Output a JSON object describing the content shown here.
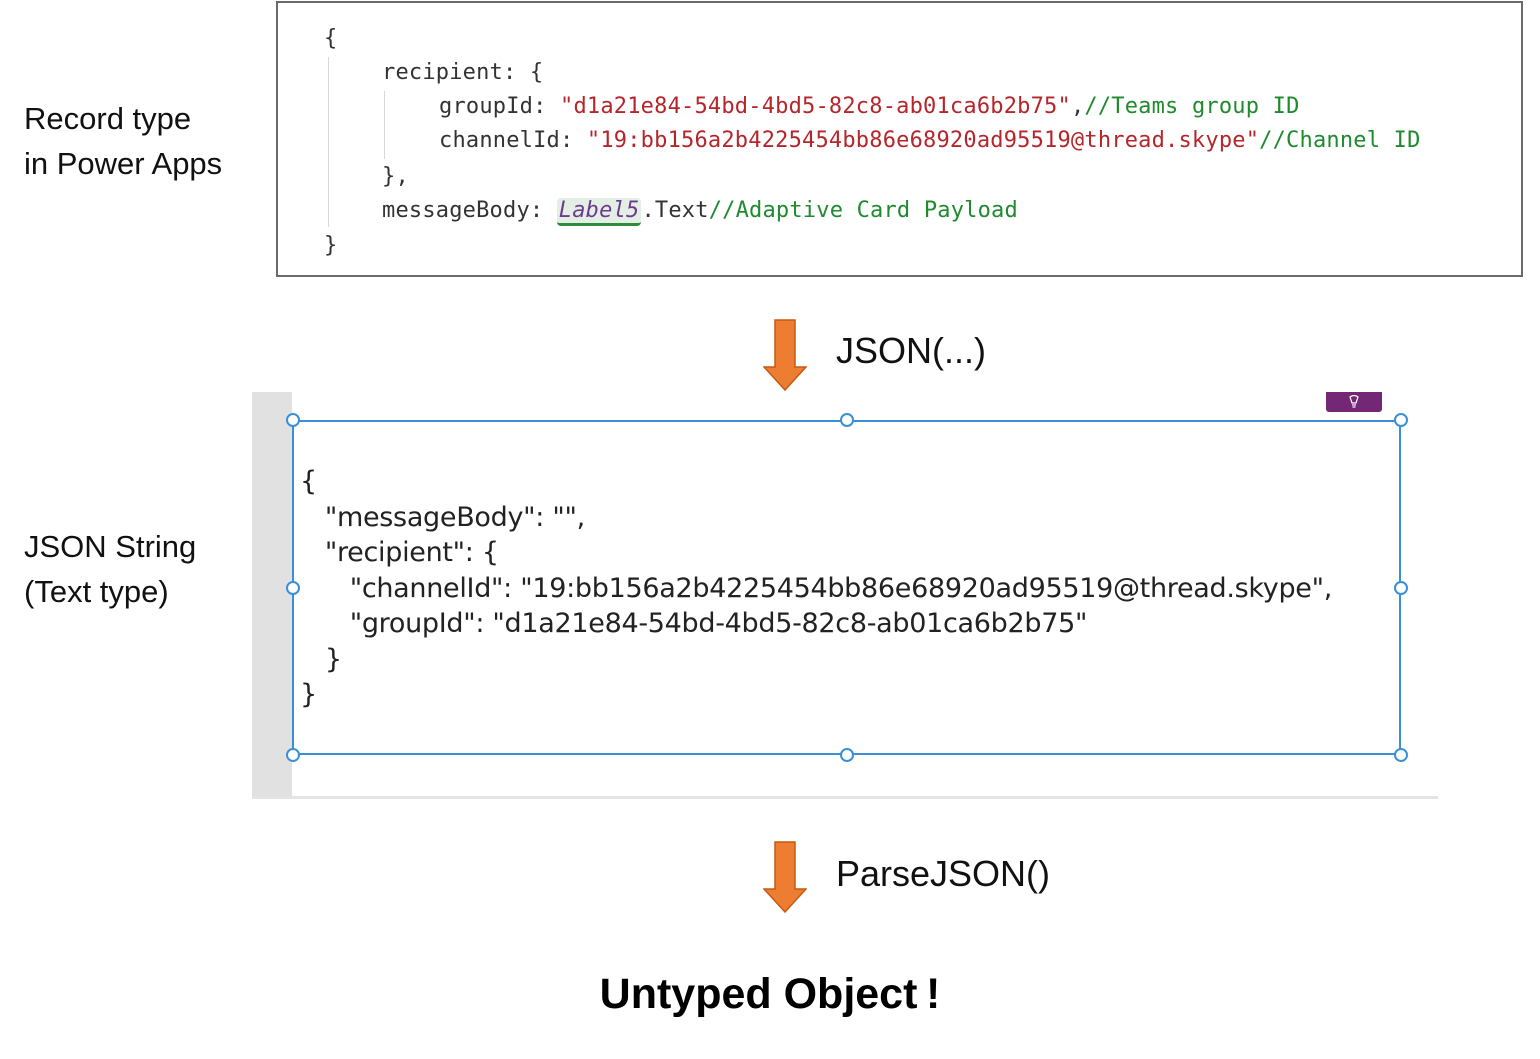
{
  "labels": {
    "record_type": [
      "Record type",
      "in Power Apps"
    ],
    "json_string": [
      "JSON String",
      "(Text type)"
    ]
  },
  "record_code": {
    "open_brace": "{",
    "recipient_key": "recipient: {",
    "group_id_key": "groupId: ",
    "group_id_value": "\"d1a21e84-54bd-4bd5-82c8-ab01ca6b2b75\"",
    "group_id_sep": ",",
    "group_id_comment": "//Teams group ID",
    "channel_id_key": "channelId: ",
    "channel_id_value": "\"19:bb156a2b4225454bb86e68920ad95519@thread.skype\"",
    "channel_id_comment": "//Channel ID",
    "recipient_close": "},",
    "message_body_key": "messageBody: ",
    "message_body_ref": "Label5",
    "message_body_prop": ".Text",
    "message_body_comment": "//Adaptive Card Payload",
    "close_brace": "}"
  },
  "steps": {
    "json_func": "JSON(...)",
    "parse_func": "ParseJSON()"
  },
  "json_string_lines": [
    "{",
    "   \"messageBody\": \"\",",
    "   \"recipient\": {",
    "      \"channelId\": \"19:bb156a2b4225454bb86e68920ad95519@thread.skype\",",
    "      \"groupId\": \"d1a21e84-54bd-4bd5-82c8-ab01ca6b2b75\"",
    "   }",
    "}"
  ],
  "result": "Untyped Object !",
  "colors": {
    "arrow": "#ed7d31",
    "selection": "#3a8fd8",
    "badge": "#742774",
    "string": "#b5262b",
    "comment": "#1f8a2e"
  }
}
